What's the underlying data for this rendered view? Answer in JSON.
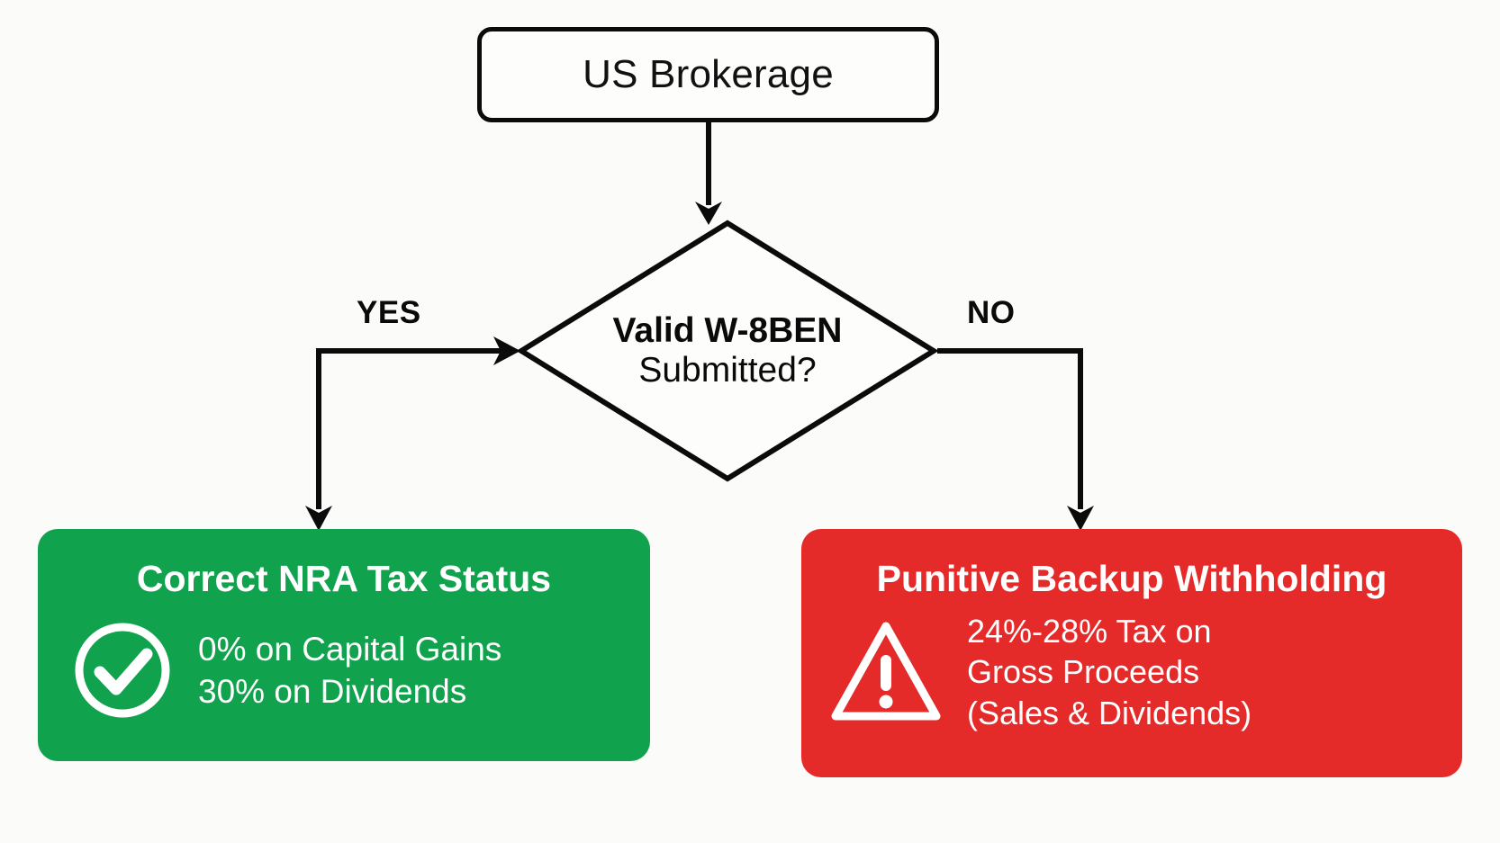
{
  "diagram": {
    "type": "flowchart",
    "title_node": {
      "id": "us-brokerage",
      "label": "US Brokerage",
      "shape": "rounded-rectangle"
    },
    "decision": {
      "id": "valid-w8ben",
      "shape": "diamond",
      "line1": "Valid W-8BEN",
      "line2": "Submitted?"
    },
    "branches": {
      "yes_label": "YES",
      "no_label": "NO"
    },
    "outcomes": {
      "success": {
        "title": "Correct NRA Tax Status",
        "icon": "check-circle-icon",
        "lines": [
          "0% on Capital Gains",
          "30% on Dividends"
        ],
        "color": "#11a24e"
      },
      "danger": {
        "title": "Punitive Backup Withholding",
        "icon": "warning-triangle-icon",
        "lines": [
          "24%-28% Tax on",
          "Gross Proceeds",
          "(Sales & Dividends)"
        ],
        "color": "#e52a2a"
      }
    },
    "colors": {
      "background": "#fbfbf9",
      "stroke": "#0b0b0b",
      "node_fill": "#fdfdfb",
      "success": "#11a24e",
      "danger": "#e52a2a",
      "text_on_color": "#ffffff"
    }
  }
}
